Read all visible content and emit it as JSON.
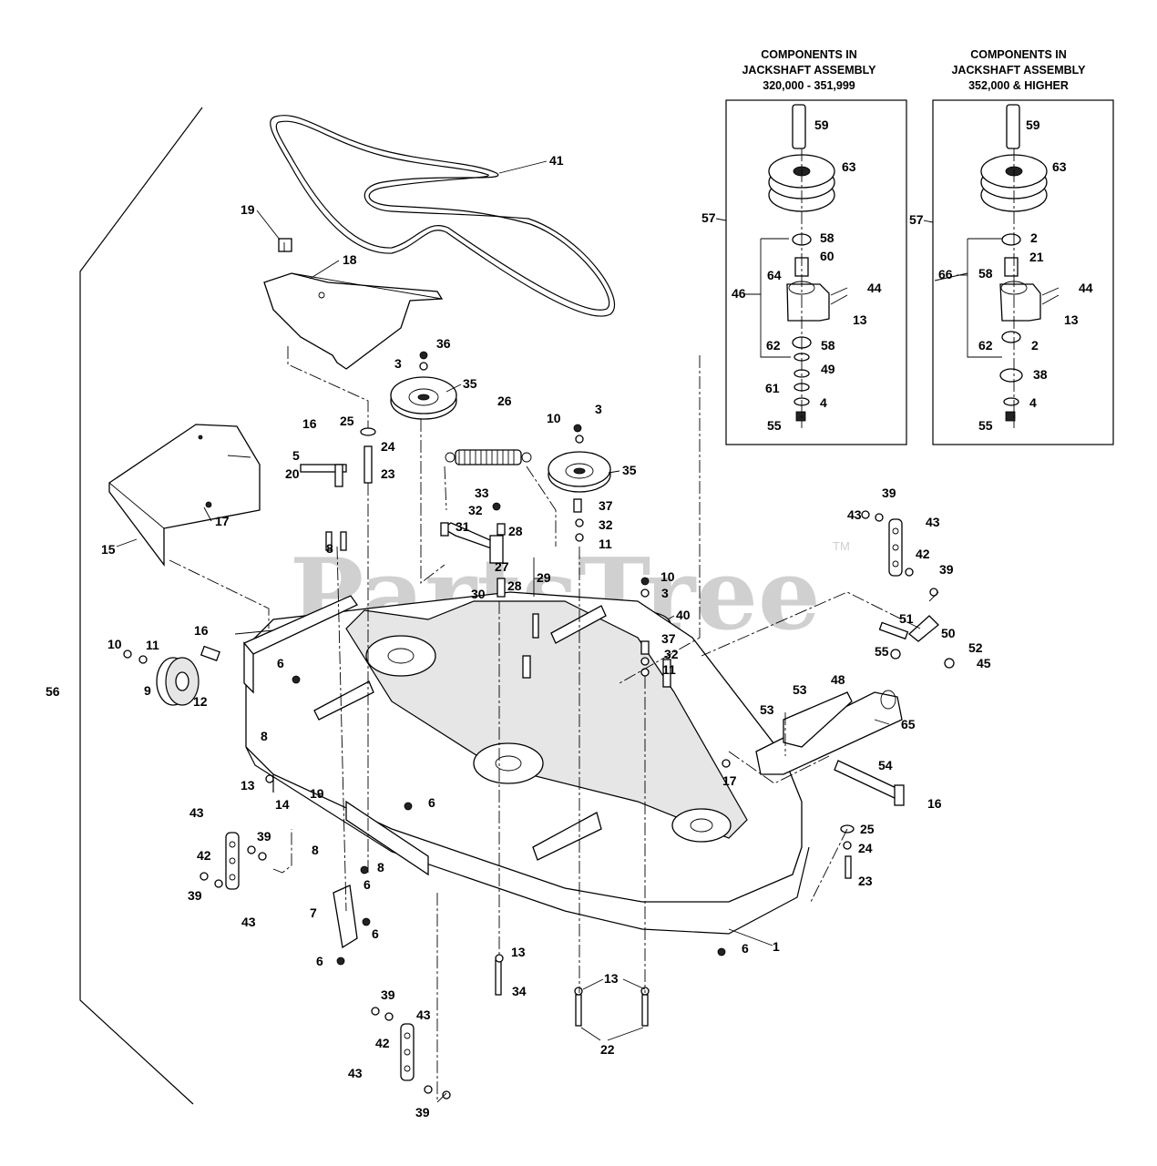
{
  "watermark": {
    "text": "PartsTree",
    "tm": "TM"
  },
  "inset_left": {
    "header": [
      "COMPONENTS IN",
      "JACKSHAFT ASSEMBLY",
      "320,000 - 351,999"
    ],
    "callouts": [
      "59",
      "63",
      "57",
      "58",
      "60",
      "64",
      "44",
      "46",
      "13",
      "62",
      "58",
      "49",
      "61",
      "4",
      "55"
    ]
  },
  "inset_right": {
    "header": [
      "COMPONENTS IN",
      "JACKSHAFT ASSEMBLY",
      "352,000 & HIGHER"
    ],
    "callouts": [
      "59",
      "63",
      "57",
      "2",
      "21",
      "58",
      "44",
      "66",
      "13",
      "62",
      "2",
      "38",
      "4",
      "55"
    ]
  },
  "callouts": {
    "c41": "41",
    "c19a": "19",
    "c18": "18",
    "c36": "36",
    "c3a": "3",
    "c35a": "35",
    "c16a": "16",
    "c25a": "25",
    "c24a": "24",
    "c5": "5",
    "c20": "20",
    "c23a": "23",
    "c26": "26",
    "c10a": "10",
    "c3b": "3",
    "c35b": "35",
    "c17a": "17",
    "c15": "15",
    "c33": "33",
    "c32a": "32",
    "c31": "31",
    "c28a": "28",
    "c37a": "37",
    "c32b": "32",
    "c11a": "11",
    "c8a": "8",
    "c27": "27",
    "c29": "29",
    "c28b": "28",
    "c30": "30",
    "c10b": "10",
    "c3c": "3",
    "c40": "40",
    "c39a": "39",
    "c43a": "43",
    "c43b": "43",
    "c42a": "42",
    "c39b": "39",
    "c51": "51",
    "c50": "50",
    "c52": "52",
    "c55": "55",
    "c45": "45",
    "c37b": "37",
    "c32c": "32",
    "c11b": "11",
    "c10c": "10",
    "c11c": "11",
    "c16b": "16",
    "c6a": "6",
    "c9": "9",
    "c12": "12",
    "c56": "56",
    "c53a": "53",
    "c48": "48",
    "c53b": "53",
    "c65": "65",
    "c8b": "8",
    "c17b": "17",
    "c13a": "13",
    "c14": "14",
    "c19b": "19",
    "c54": "54",
    "c16c": "16",
    "c6b": "6",
    "c43c": "43",
    "c39c": "39",
    "c42b": "42",
    "c39d": "39",
    "c43d": "43",
    "c8c": "8",
    "c8d": "8",
    "c6c": "6",
    "c7": "7",
    "c6d": "6",
    "c6e": "6",
    "c25b": "25",
    "c24b": "24",
    "c23b": "23",
    "c1": "1",
    "c6f": "6",
    "c13b": "13",
    "c34": "34",
    "c13c": "13",
    "c22": "22",
    "c39e": "39",
    "c43e": "43",
    "c42c": "42",
    "c43f": "43",
    "c39f": "39"
  }
}
